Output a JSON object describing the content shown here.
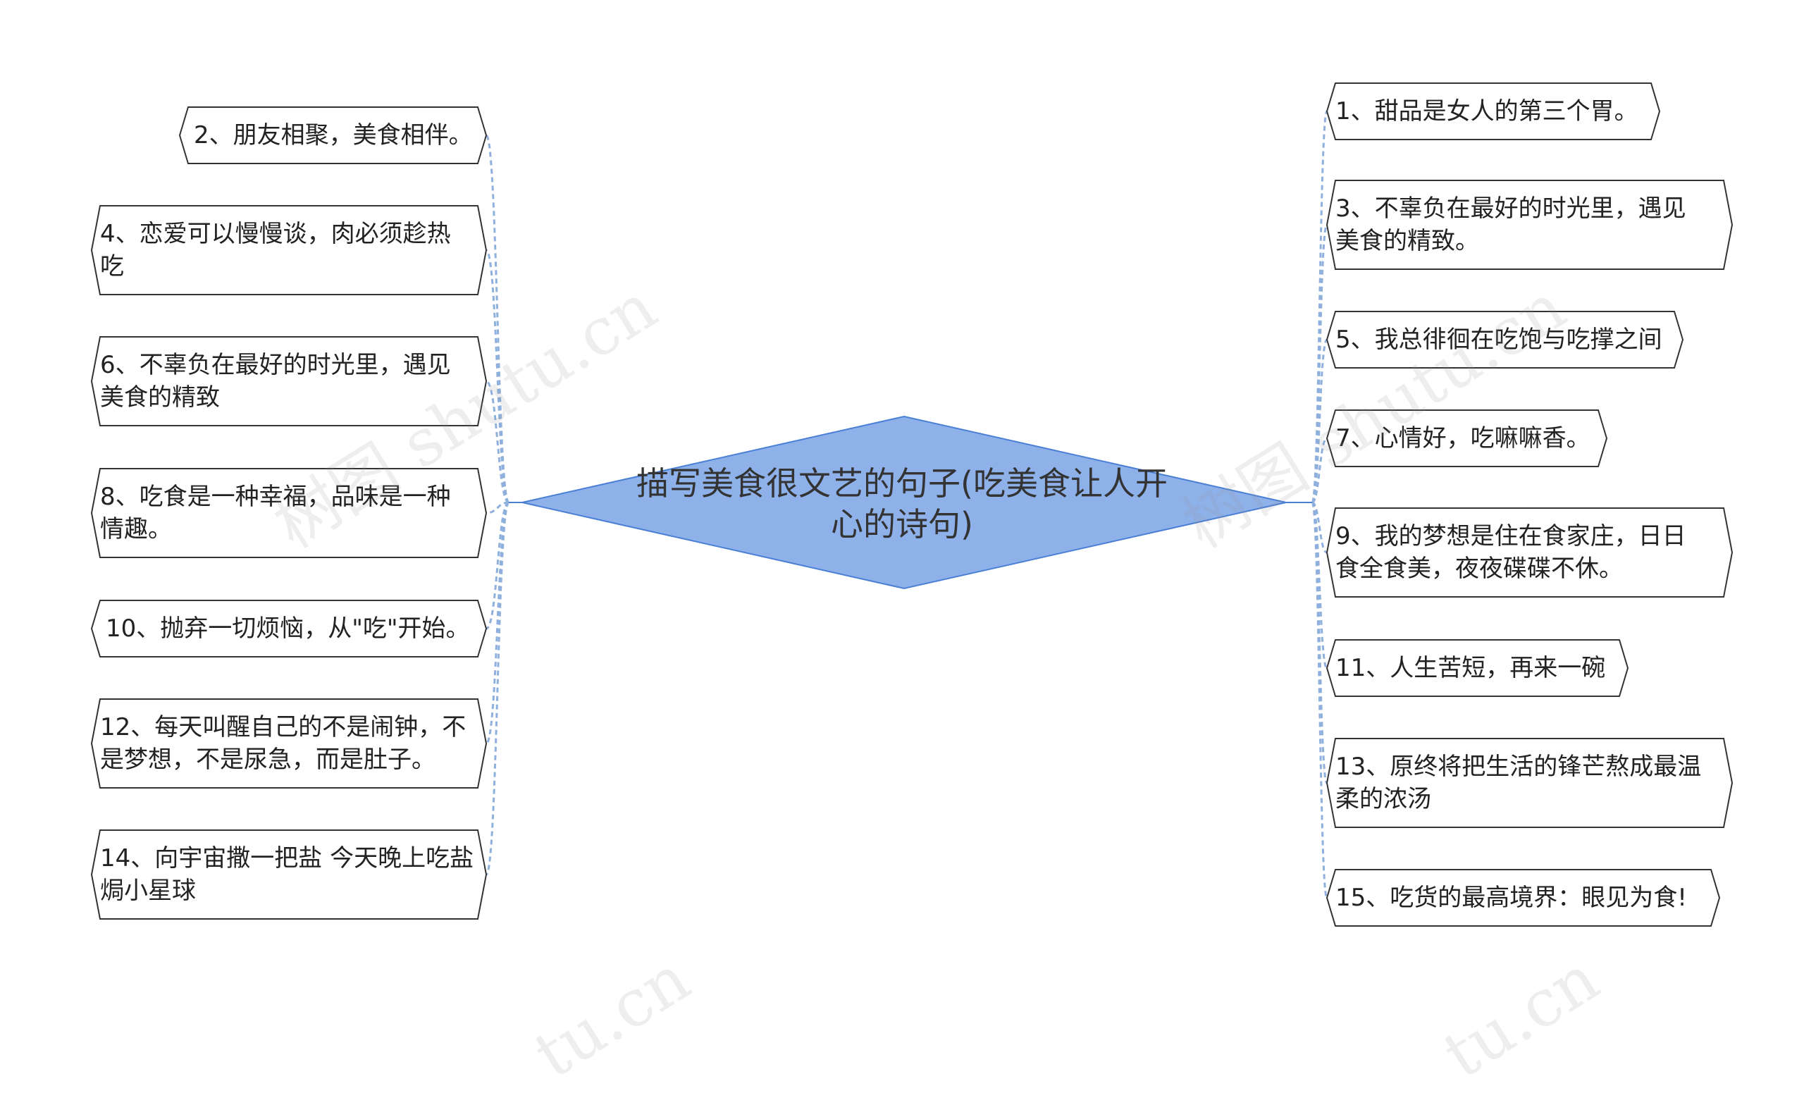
{
  "title": "描写美食很文艺的句子(吃美食让人开心的诗句)",
  "watermark_text": "树图 shutu.cn",
  "watermark_text_short": "tu.cn",
  "colors": {
    "center_fill": "#8eb1ea",
    "center_stroke": "#4a7fd6",
    "connector": "#8fb0dd",
    "box_stroke": "#333333"
  },
  "left_items": [
    {
      "id": 2,
      "lines": [
        "2、朋友相聚，美食相伴。"
      ]
    },
    {
      "id": 4,
      "lines": [
        "4、恋爱可以慢慢谈，肉必须趁热",
        "吃"
      ]
    },
    {
      "id": 6,
      "lines": [
        "6、不辜负在最好的时光里，遇见",
        "美食的精致"
      ]
    },
    {
      "id": 8,
      "lines": [
        "8、吃食是一种幸福，品味是一种",
        "情趣。"
      ]
    },
    {
      "id": 10,
      "lines": [
        "10、抛弃一切烦恼，从\"吃\"开始。"
      ]
    },
    {
      "id": 12,
      "lines": [
        "12、每天叫醒自己的不是闹钟，不",
        "是梦想，不是尿急，而是肚子。"
      ]
    },
    {
      "id": 14,
      "lines": [
        "14、向宇宙撒一把盐 今天晚上吃盐",
        "焗小星球"
      ]
    }
  ],
  "right_items": [
    {
      "id": 1,
      "lines": [
        "1、甜品是女人的第三个胃。"
      ]
    },
    {
      "id": 3,
      "lines": [
        "3、不辜负在最好的时光里，遇见",
        "美食的精致。"
      ]
    },
    {
      "id": 5,
      "lines": [
        "5、我总徘徊在吃饱与吃撑之间"
      ]
    },
    {
      "id": 7,
      "lines": [
        "7、心情好，吃嘛嘛香。"
      ]
    },
    {
      "id": 9,
      "lines": [
        "9、我的梦想是住在食家庄，日日",
        "食全食美，夜夜碟碟不休。"
      ]
    },
    {
      "id": 11,
      "lines": [
        "11、人生苦短，再来一碗"
      ]
    },
    {
      "id": 13,
      "lines": [
        "13、原终将把生活的锋芒熬成最温",
        "柔的浓汤"
      ]
    },
    {
      "id": 15,
      "lines": [
        "15、吃货的最高境界：眼见为食!"
      ]
    }
  ]
}
